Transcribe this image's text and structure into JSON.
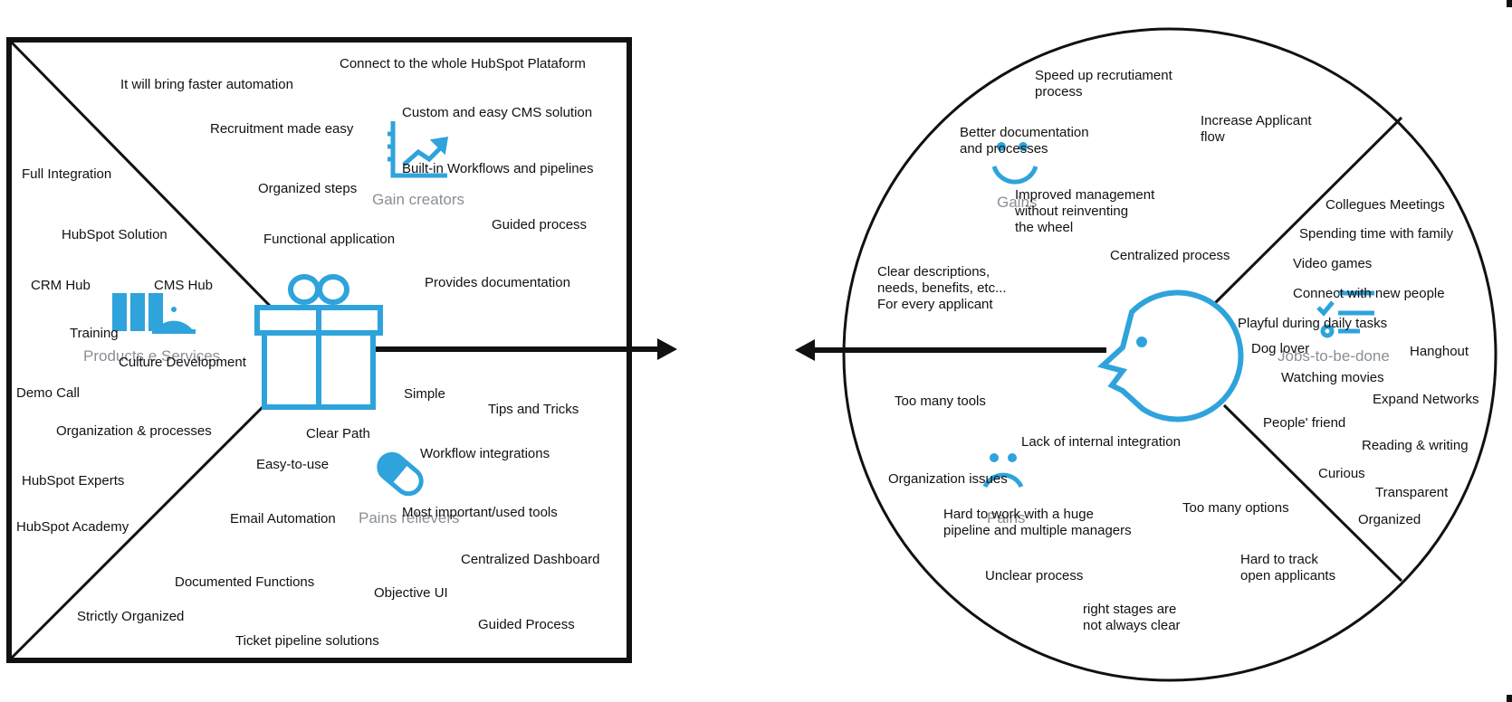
{
  "colors": {
    "icon_blue": "#2ea3dc",
    "outline": "#111111",
    "label_gray": "#8a8f96"
  },
  "value_map": {
    "section_labels": {
      "gain_creators": "Gain creators",
      "products_services": "Products e Services",
      "pains_relievers": "Pains relievers"
    },
    "gain_creators": [
      "Connect to the whole HubSpot Plataform",
      "It will bring faster automation",
      "Recruitment made easy",
      "Custom and easy CMS solution",
      "Built-in Workflows and pipelines",
      "Organized steps",
      "Guided process",
      "Functional application",
      "Provides documentation"
    ],
    "products_services": [
      "Full Integration",
      "HubSpot Solution",
      "CRM Hub",
      "CMS Hub",
      "Training",
      "Culture Development",
      "Demo Call",
      "Organization & processes",
      "HubSpot Experts",
      "HubSpot Academy"
    ],
    "pain_relievers": [
      "Simple",
      "Tips and Tricks",
      "Clear Path",
      "Workflow integrations",
      "Easy-to-use",
      "Email Automation",
      "Most important/used tools",
      "Centralized Dashboard",
      "Documented Functions",
      "Objective UI",
      "Strictly Organized",
      "Guided Process",
      "Ticket pipeline solutions"
    ]
  },
  "customer_profile": {
    "section_labels": {
      "gains": "Gains",
      "jobs_to_be_done": "Jobs-to-be-done",
      "pains": "Pains"
    },
    "gains": [
      "Speed up recrutiament\nprocess",
      "Increase Applicant\nflow",
      "Better documentation\nand processes",
      "Improved management\nwithout reinventing\nthe wheel",
      "Centralized process",
      "Clear descriptions,\nneeds, benefits, etc...\nFor every applicant"
    ],
    "jobs": [
      "Collegues Meetings",
      "Spending time with family",
      "Video games",
      "Connect with new people",
      "Playful during daily tasks",
      "Dog lover",
      "Hanghout",
      "Watching movies",
      "Expand Networks",
      "People' friend",
      "Reading & writing",
      "Curious",
      "Transparent",
      "Organized"
    ],
    "pains": [
      "Too many tools",
      "Lack of internal integration",
      "Organization issues",
      "Hard to work with a huge\npipeline and multiple managers",
      "Too many options",
      "Unclear process",
      "Hard to track\nopen applicants",
      "right stages are\nnot always clear"
    ]
  }
}
